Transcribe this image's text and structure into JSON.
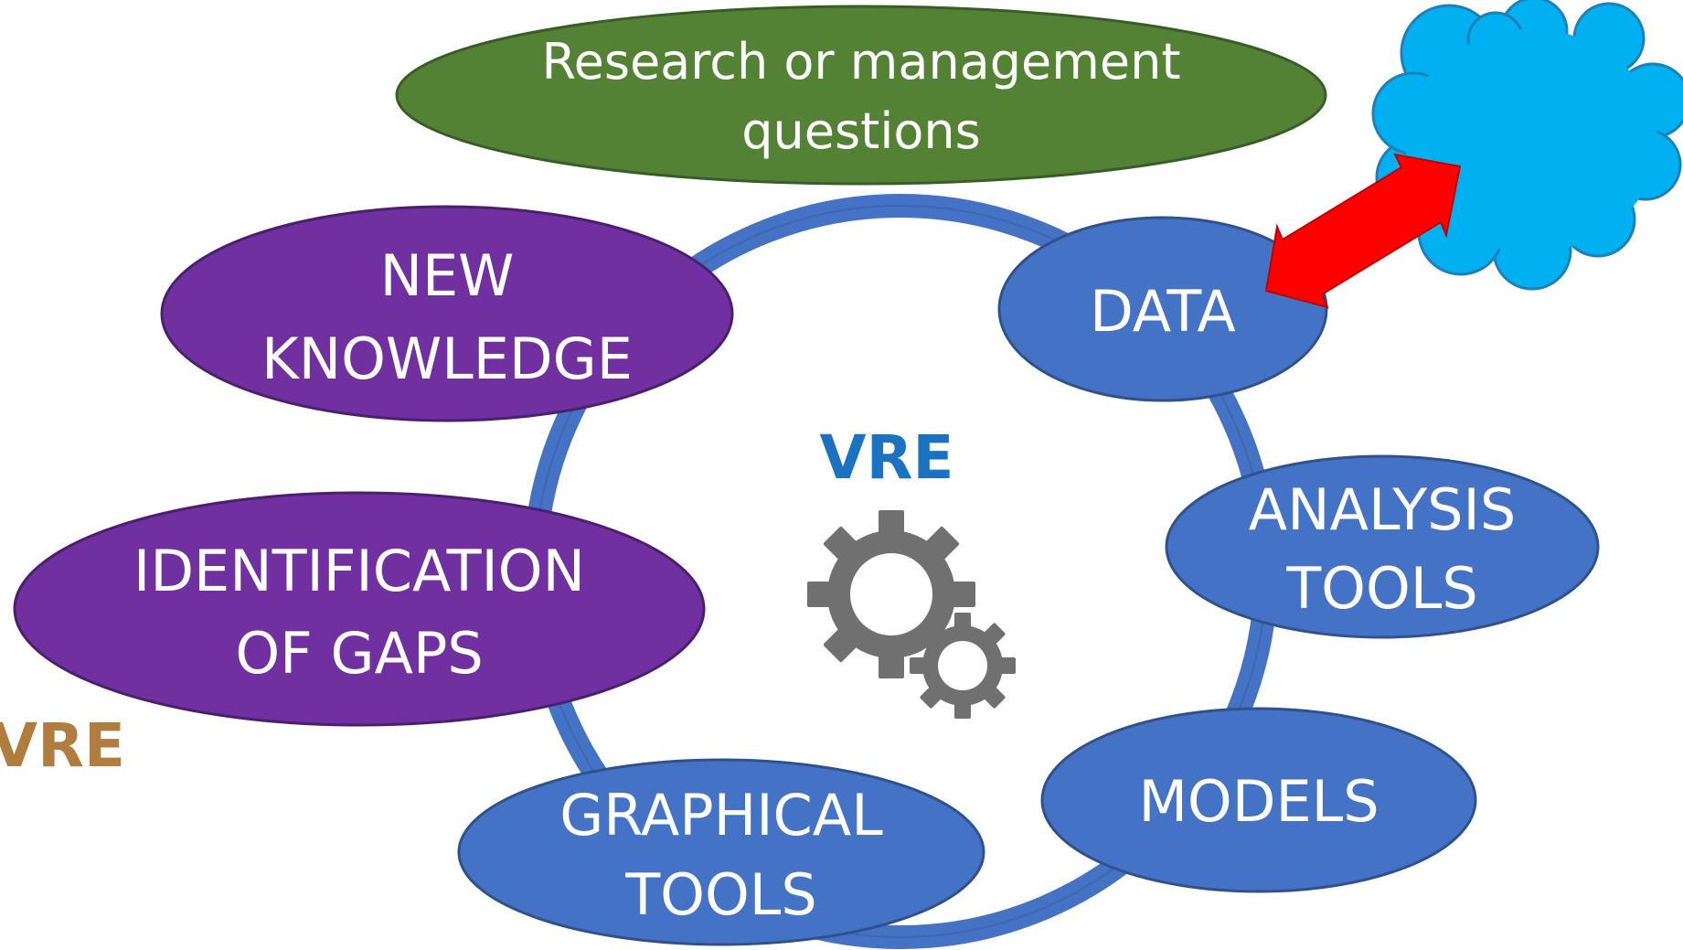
{
  "question_node": {
    "line1": "Research or management",
    "line2": "questions",
    "color": "#548235"
  },
  "cycle_nodes": {
    "data": {
      "label": "DATA",
      "color": "#4472c4"
    },
    "analysis_tools": {
      "line1": "ANALYSIS",
      "line2": "TOOLS",
      "color": "#4472c4"
    },
    "models": {
      "label": "MODELS",
      "color": "#4472c4"
    },
    "graphical_tools": {
      "line1": "GRAPHICAL",
      "line2": "TOOLS",
      "color": "#4472c4"
    },
    "identification_of_gaps": {
      "line1": "IDENTIFICATION",
      "line2": "OF GAPS",
      "color": "#7030a0"
    },
    "new_knowledge": {
      "line1": "NEW",
      "line2": "KNOWLEDGE",
      "color": "#7030a0"
    }
  },
  "center_label": "VRE",
  "side_label": "VRE",
  "ring_color": "#4472c4",
  "cloud_color": "#00b0f0",
  "arrow_color": "#ff0000",
  "gears_icon": "gears-icon",
  "cloud_icon": "cloud-icon"
}
